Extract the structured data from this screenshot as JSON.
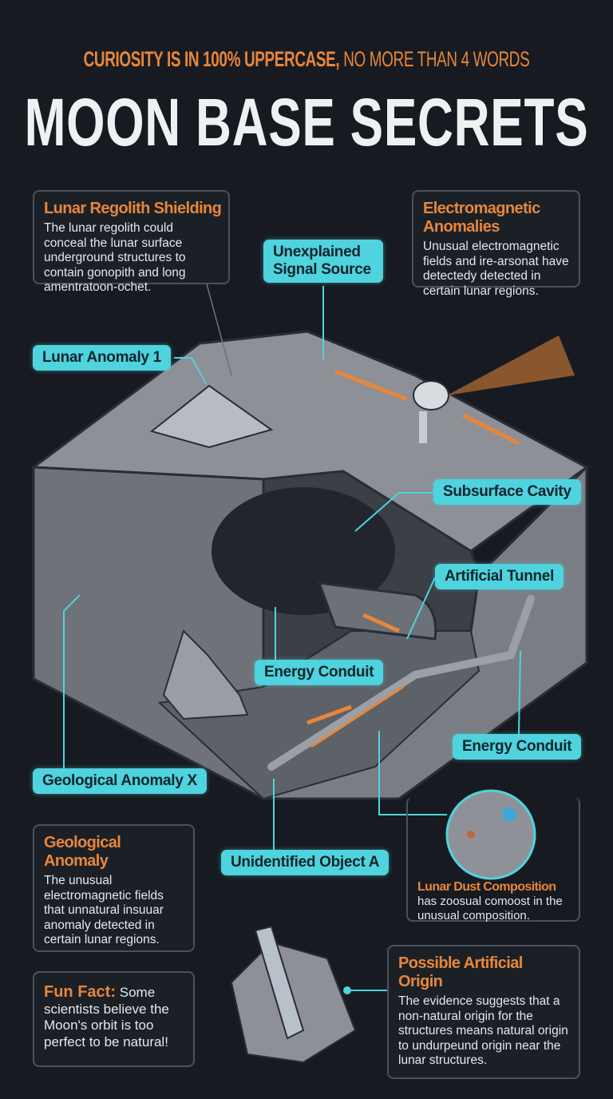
{
  "header": {
    "subtitle_bold": "CURIOSITY IS IN 100% UPPERCASE,",
    "subtitle_thin": "NO MORE THAN 4 WORDS",
    "title": "MOON BASE SECRETS"
  },
  "colors": {
    "accent_orange": "#e8863a",
    "label_cyan": "#4fd3de",
    "background": "#171b21"
  },
  "info_boxes": {
    "regolith": {
      "title": "Lunar Regolith Shielding",
      "body": "The lunar regolith could conceal the lunar surface underground structures to contain gonopith and long amentratoon-ochet."
    },
    "electromagnetic": {
      "title": "Electromagnetic Anomalies",
      "body": "Unusual electromagnetic fields and ire-arsonat have detectedy detected in certain lunar regions."
    },
    "geological": {
      "title": "Geological Anomaly",
      "body": "The unusual electromagnetic fields that unnatural insuuar anomaly detected in certain lunar regions."
    },
    "dust": {
      "title": "Lunar Dust Composition",
      "body": "has zoosual comoost in the unusual composition."
    },
    "fun_fact": {
      "title": "Fun Fact:",
      "body": "Some scientists believe the Moon's orbit is too perfect to be natural!"
    },
    "origin": {
      "title": "Possible Artificial Origin",
      "body": "The evidence suggests that a non-natural origin for the structures means natural origin to undurpeund origin near the lunar structures."
    }
  },
  "labels": {
    "signal": "Unexplained Signal Source",
    "anomaly1": "Lunar Anomaly 1",
    "cavity": "Subsurface Cavity",
    "tunnel": "Artificial Tunnel",
    "conduit_center": "Energy Conduit",
    "conduit_right": "Energy Conduit",
    "geo_x": "Geological Anomaly X",
    "object_a": "Unidentified Object A"
  }
}
